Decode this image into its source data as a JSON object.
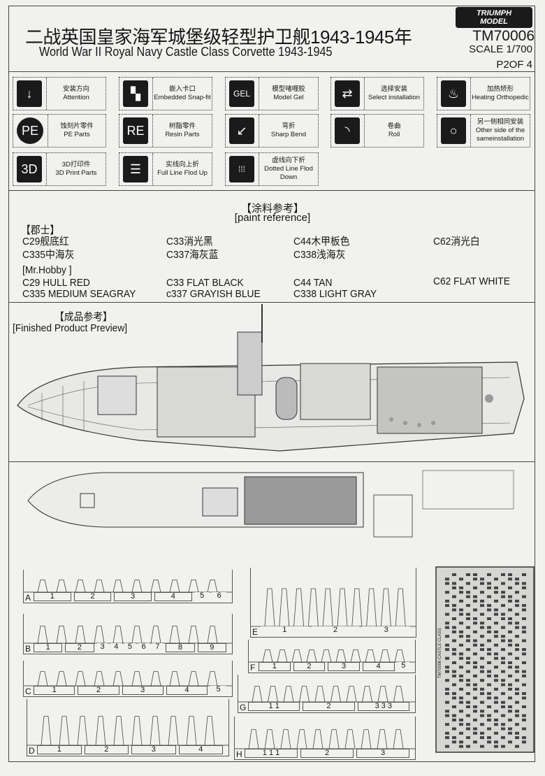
{
  "header": {
    "title_cn": "二战英国皇家海军城堡级轻型护卫舰1943-1945年",
    "title_en": "World War II Royal Navy Castle Class Corvette 1943-1945",
    "logo": "TRIUMPH MODEL",
    "product_code": "TM70006",
    "scale": "SCALE 1/700",
    "page": "P2OF 4"
  },
  "legend": [
    {
      "icon": "arrow-down-icon",
      "glyph": "↓",
      "cn": "安装方向",
      "en": "Attention"
    },
    {
      "icon": "snap-fit-icon",
      "glyph": "▚",
      "cn": "嵌入卡口",
      "en": "Embedded Snap-fit"
    },
    {
      "icon": "gel-drop-icon",
      "glyph": "GEL",
      "cn": "模型啫喱胶",
      "en": "Model Gel"
    },
    {
      "icon": "select-arrows-icon",
      "glyph": "⇄",
      "cn": "选择安装",
      "en": "Select installation"
    },
    {
      "icon": "heating-icon",
      "glyph": "♨",
      "cn": "加热矫形",
      "en": "Heating Orthopedic"
    },
    {
      "icon": "pe-icon",
      "glyph": "PE",
      "cn": "蚀刻片零件",
      "en": "PE Parts"
    },
    {
      "icon": "re-icon",
      "glyph": "RE",
      "cn": "树脂零件",
      "en": "Resin Parts"
    },
    {
      "icon": "sharp-bend-icon",
      "glyph": "↙",
      "cn": "弯折",
      "en": "Sharp Bend"
    },
    {
      "icon": "roll-icon",
      "glyph": "◝",
      "cn": "卷曲",
      "en": "Roll"
    },
    {
      "icon": "circle-icon",
      "glyph": "○",
      "cn": "另一侧相同安装",
      "en": "Other side of the sameinstallation"
    },
    {
      "icon": "3d-icon",
      "glyph": "3D",
      "cn": "3D打印件",
      "en": "3D Print Parts"
    },
    {
      "icon": "full-line-icon",
      "glyph": "☰",
      "cn": "实线向上折",
      "en": "Full Line Flod Up"
    },
    {
      "icon": "dotted-line-icon",
      "glyph": "⁞⁞⁞",
      "cn": "虚线向下折",
      "en": "Dotted Line Flod Down"
    }
  ],
  "paint": {
    "title_cn": "【涂料参考】",
    "title_en": "[paint reference]",
    "gunze_label": "【郡士】",
    "gunze": [
      "C29舰底红",
      "C33消光黑",
      "C44木甲板色",
      "C62消光白",
      "C335中海灰",
      "C337海灰蓝",
      "C338浅海灰"
    ],
    "hobby_label": "[Mr.Hobby ]",
    "hobby": [
      "C29 HULL RED",
      "C33 FLAT BLACK",
      "C44 TAN",
      "C62 FLAT WHITE",
      "C335 MEDIUM SEAGRAY",
      "c337 GRAYISH BLUE",
      "C338 LIGHT GRAY"
    ]
  },
  "preview": {
    "title_cn": "【成品参考】",
    "title_en": "[Finished Product Preview]"
  },
  "sprues": [
    {
      "letter": "A",
      "cells": [
        "1",
        "2",
        "3",
        "4"
      ],
      "extra": [
        "5",
        "6"
      ]
    },
    {
      "letter": "B",
      "cells": [
        "1",
        "2"
      ],
      "extra": [
        "3",
        "4",
        "5",
        "6",
        "7"
      ],
      "cells2": [
        "8",
        "9"
      ]
    },
    {
      "letter": "C",
      "cells": [
        "1",
        "2",
        "3",
        "4"
      ],
      "extra": [
        "5"
      ]
    },
    {
      "letter": "D",
      "cells": [
        "1",
        "2",
        "3",
        "4"
      ]
    },
    {
      "letter": "E",
      "cells": [],
      "extra": [
        "1",
        "2",
        "3"
      ]
    },
    {
      "letter": "F",
      "cells": [
        "1",
        "2",
        "3",
        "4"
      ],
      "extra": [
        "5"
      ]
    },
    {
      "letter": "G",
      "cells": [
        "1 1",
        "2",
        "3 3 3"
      ]
    },
    {
      "letter": "H",
      "cells": [
        "1 1 1",
        "2",
        "3"
      ]
    }
  ],
  "pe_fret": {
    "label": "TM70006 CASTLE CLASS"
  }
}
